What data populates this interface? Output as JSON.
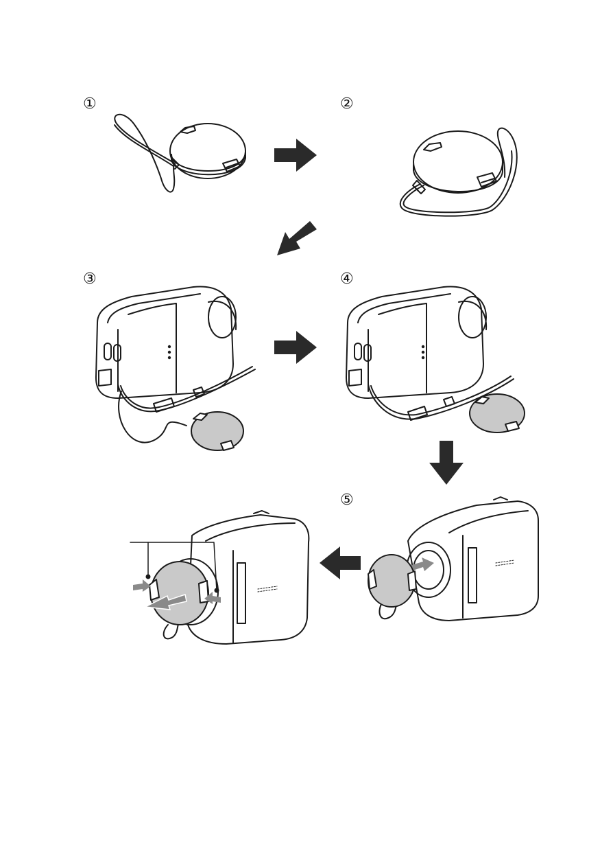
{
  "colors": {
    "ink": "#1a1a1a",
    "arrow": "#2a2a2a",
    "cap_fill": "#c9c9c9",
    "paper": "#ffffff",
    "grey_arrow": "#8a8a8a"
  },
  "steps": [
    {
      "num": "①",
      "figure": "lens-cap-with-strap-loop"
    },
    {
      "num": "②",
      "figure": "lens-cap-with-strap-pulled-through"
    },
    {
      "num": "③",
      "figure": "camera-with-strap-and-cap-attached"
    },
    {
      "num": "④",
      "figure": "camera-with-strap-tightened"
    },
    {
      "num": "⑤",
      "figure": "attaching-lens-cap-to-camera"
    }
  ],
  "arrows": [
    {
      "name": "arrow-1-to-2",
      "direction": "right"
    },
    {
      "name": "arrow-2-to-3",
      "direction": "down-left"
    },
    {
      "name": "arrow-3-to-4",
      "direction": "right"
    },
    {
      "name": "arrow-4-to-5",
      "direction": "down"
    },
    {
      "name": "arrow-5-to-6",
      "direction": "left"
    }
  ]
}
